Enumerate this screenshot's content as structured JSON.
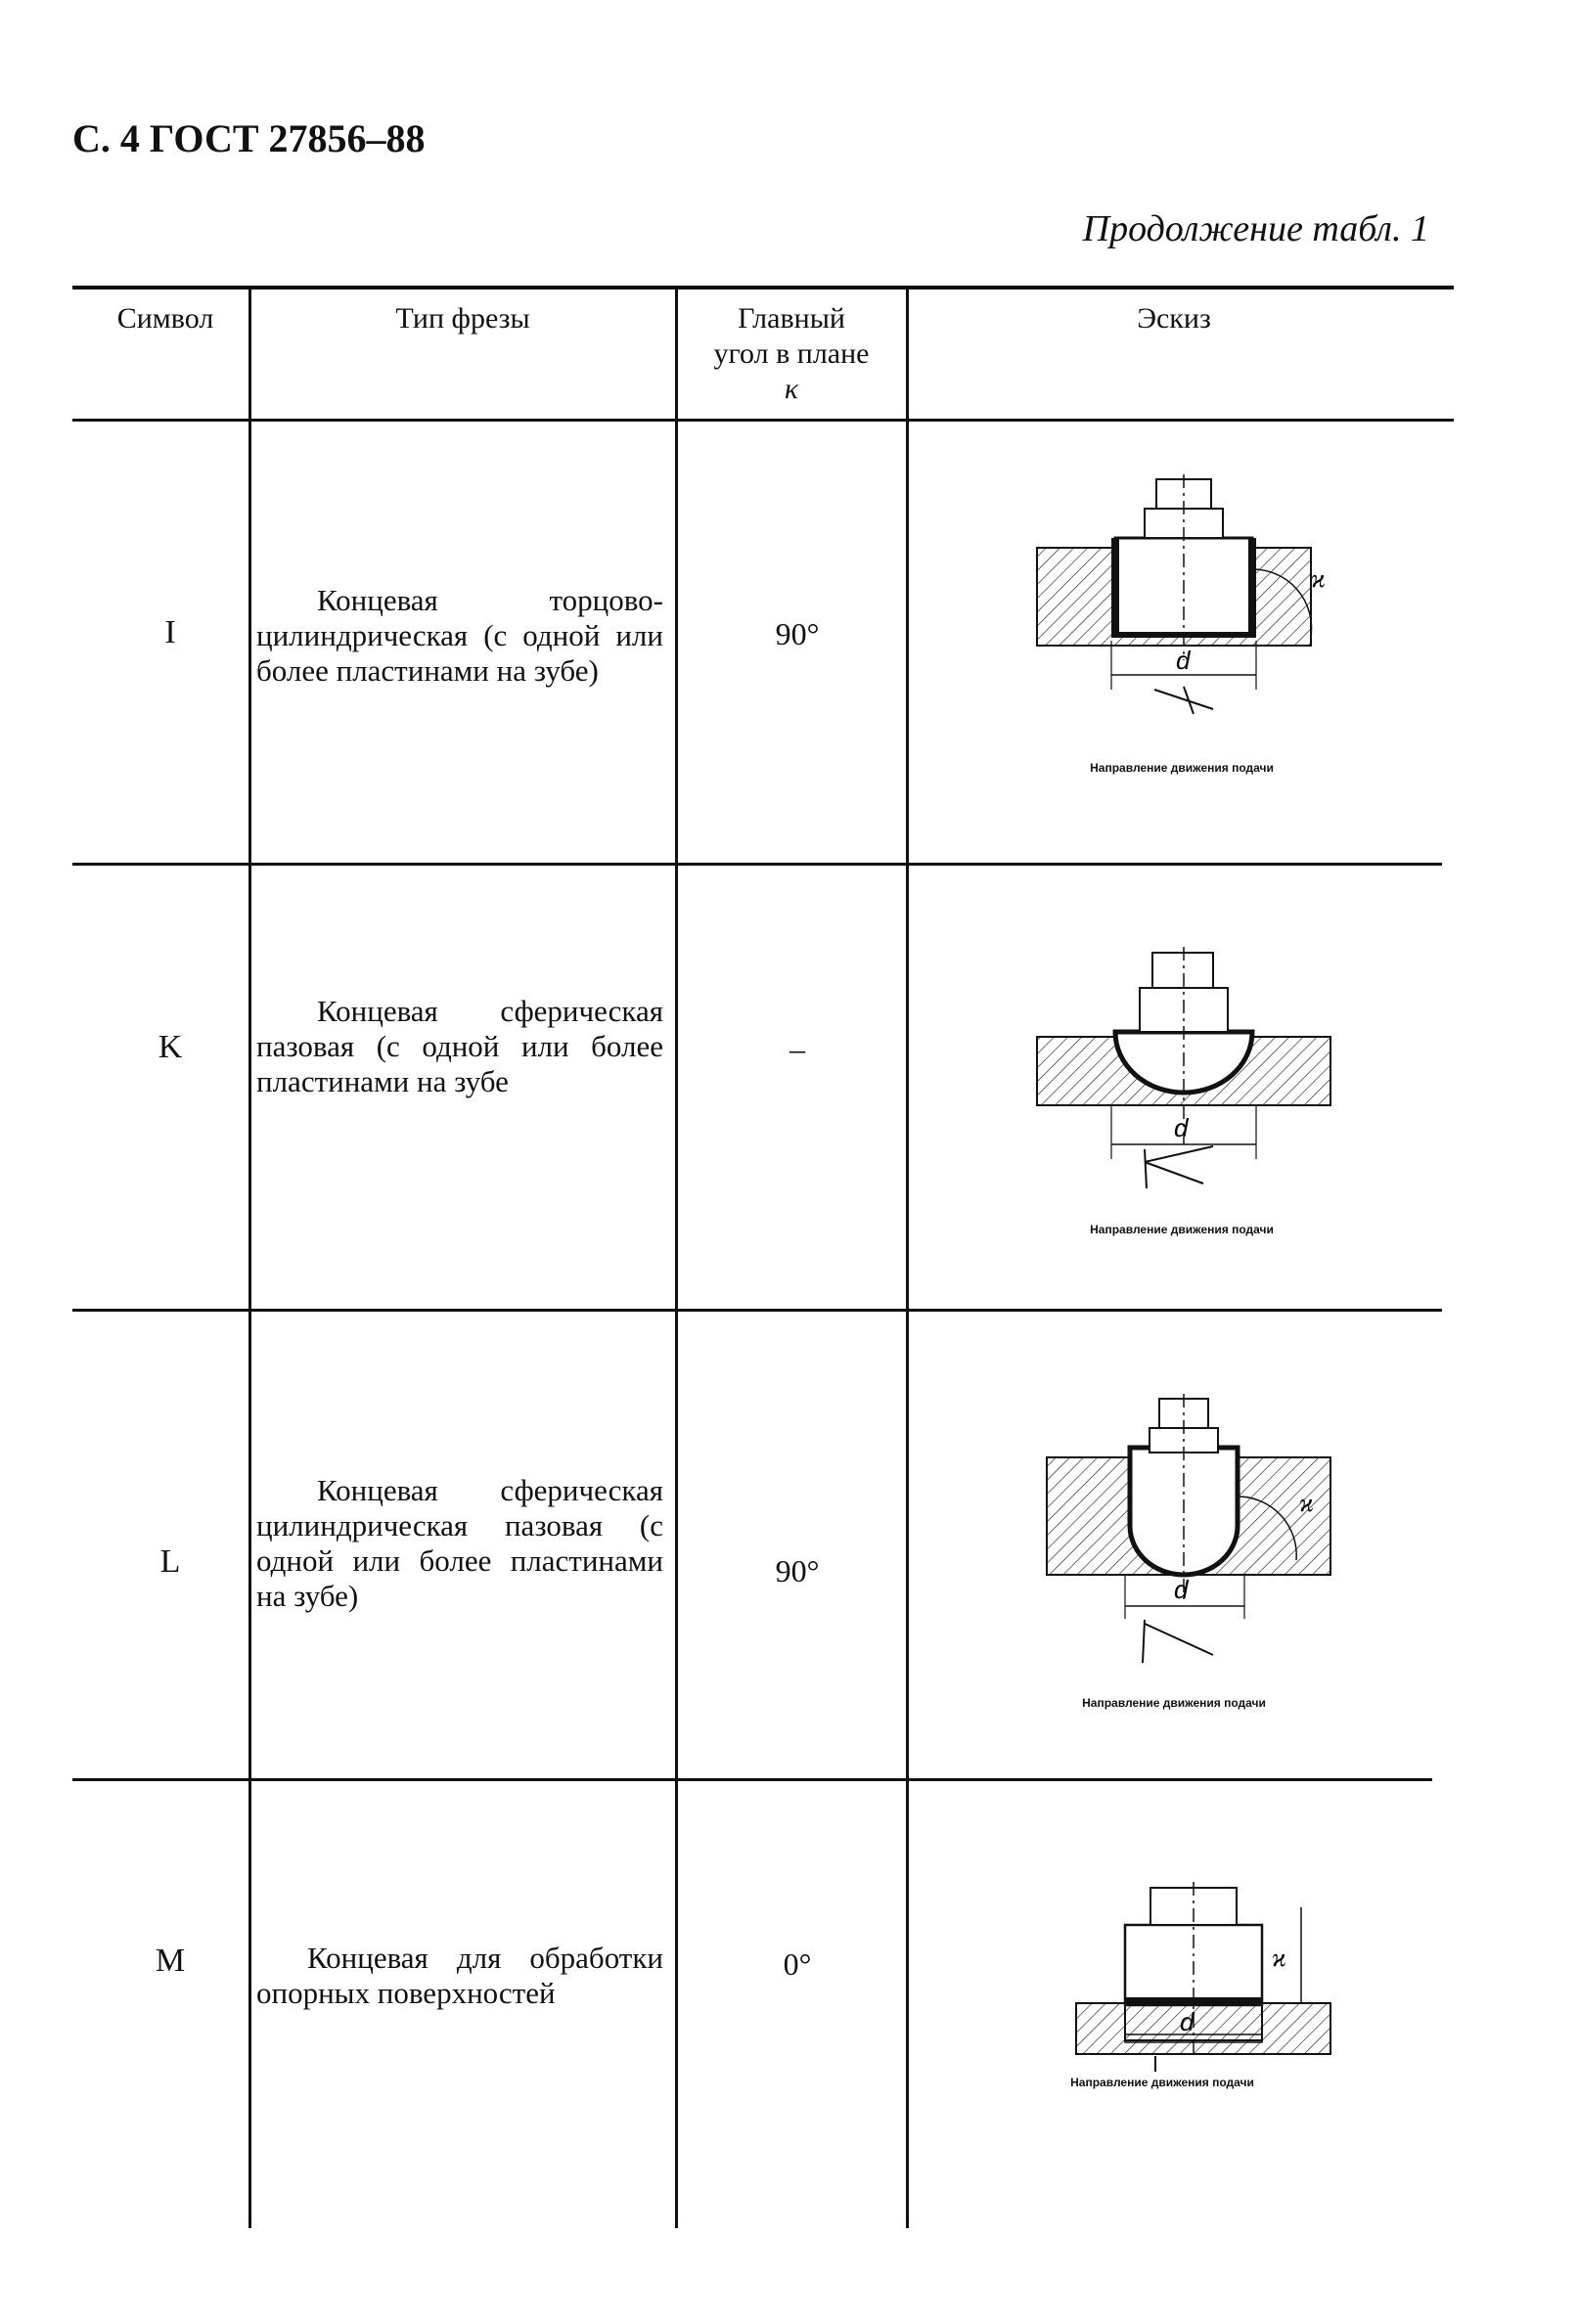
{
  "header": {
    "page_ref": "С. 4 ГОСТ 27856–88",
    "continuation": "Продолжение табл. 1"
  },
  "table": {
    "columns": {
      "symbol": "Символ",
      "type": "Тип фрезы",
      "angle_line1": "Главный",
      "angle_line2": "угол в плане",
      "angle_symbol": "κ",
      "sketch": "Эскиз"
    },
    "rows": [
      {
        "symbol": "I",
        "type": "Концевая торцово-цилиндрическая (с одной или более пластинами на зубе)",
        "angle": "90°",
        "sketch_dim": "d",
        "sketch_angle": "ϰ",
        "caption": "Направление движения подачи"
      },
      {
        "symbol": "K",
        "type": "Концевая сферическая пазовая (с одной или более пластинами на зубе",
        "angle": "–",
        "sketch_dim": "d",
        "caption": "Направление движения подачи"
      },
      {
        "symbol": "L",
        "type": "Концевая сферическая цилиндрическая пазовая (с одной или более пластинами на зубе)",
        "angle": "90°",
        "sketch_dim": "d",
        "sketch_angle": "ϰ",
        "caption": "Направление движения подачи"
      },
      {
        "symbol": "M",
        "type": "Концевая для обработки опорных поверхностей",
        "angle": "0°",
        "sketch_dim": "d",
        "sketch_angle": "ϰ",
        "caption": "Направление движения подачи"
      }
    ]
  }
}
